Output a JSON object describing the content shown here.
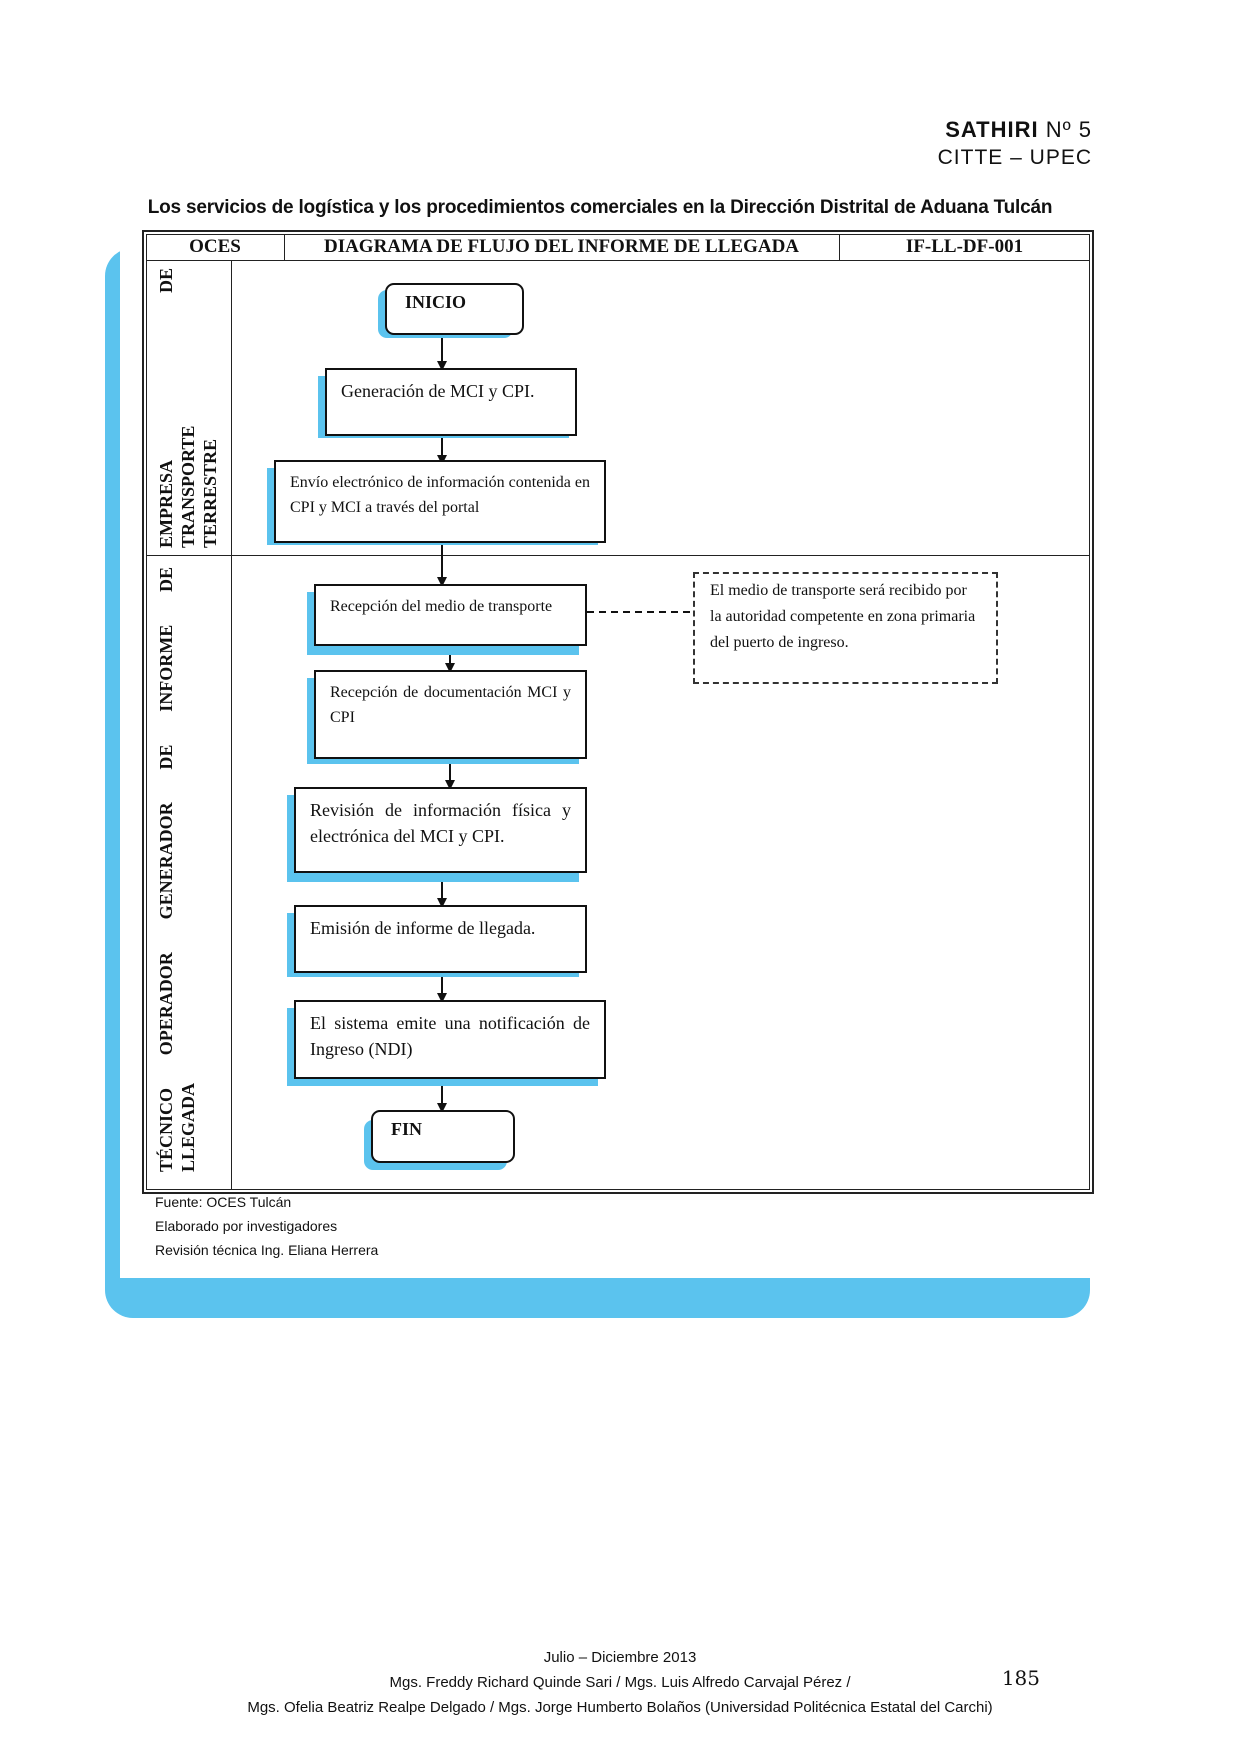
{
  "header": {
    "journal": "SATHIRI",
    "number": "Nº 5",
    "institution": "CITTE – UPEC"
  },
  "title": "Los servicios de logística y los procedimientos comerciales en la Dirección Distrital de Aduana Tulcán",
  "table": {
    "org": "OCES",
    "name": "DIAGRAMA DE FLUJO DEL INFORME DE LLEGADA",
    "code": "IF-LL-DF-001"
  },
  "lanes": [
    {
      "label_lines": [
        "EMPRESA DE",
        "TRANSPORTE",
        "TERRESTRE"
      ]
    },
    {
      "label_lines": [
        "TÉCNICO OPERADOR GENERADOR DE INFORME DE",
        "LLEGADA"
      ]
    }
  ],
  "flow": {
    "start": "INICIO",
    "steps": [
      "Generación de MCI y CPI.",
      "Envío electrónico de información contenida en CPI y MCI a través del portal",
      "Recepción del medio de transporte",
      "Recepción de documentación MCI y CPI",
      "Revisión de información física y electrónica del MCI y CPI.",
      "Emisión de informe de llegada.",
      "El sistema emite una notificación de Ingreso (NDI)"
    ],
    "end": "FIN",
    "note": "El medio de transporte será recibido por la autoridad competente en zona primaria del puerto de ingreso."
  },
  "source": {
    "fuente": "Fuente: OCES Tulcán",
    "elaborado": "Elaborado por investigadores",
    "revision": "Revisión técnica Ing. Eliana Herrera"
  },
  "footer": {
    "period": "Julio – Diciembre 2013",
    "authors_line1": "Mgs. Freddy Richard Quinde Sari / Mgs. Luis Alfredo Carvajal Pérez /",
    "authors_line2": "Mgs. Ofelia Beatriz Realpe Delgado / Mgs. Jorge Humberto Bolaños (Universidad Politécnica Estatal del Carchi)",
    "page": "185"
  },
  "colors": {
    "accent_blue": "#5bc3ee",
    "line": "#111111"
  }
}
